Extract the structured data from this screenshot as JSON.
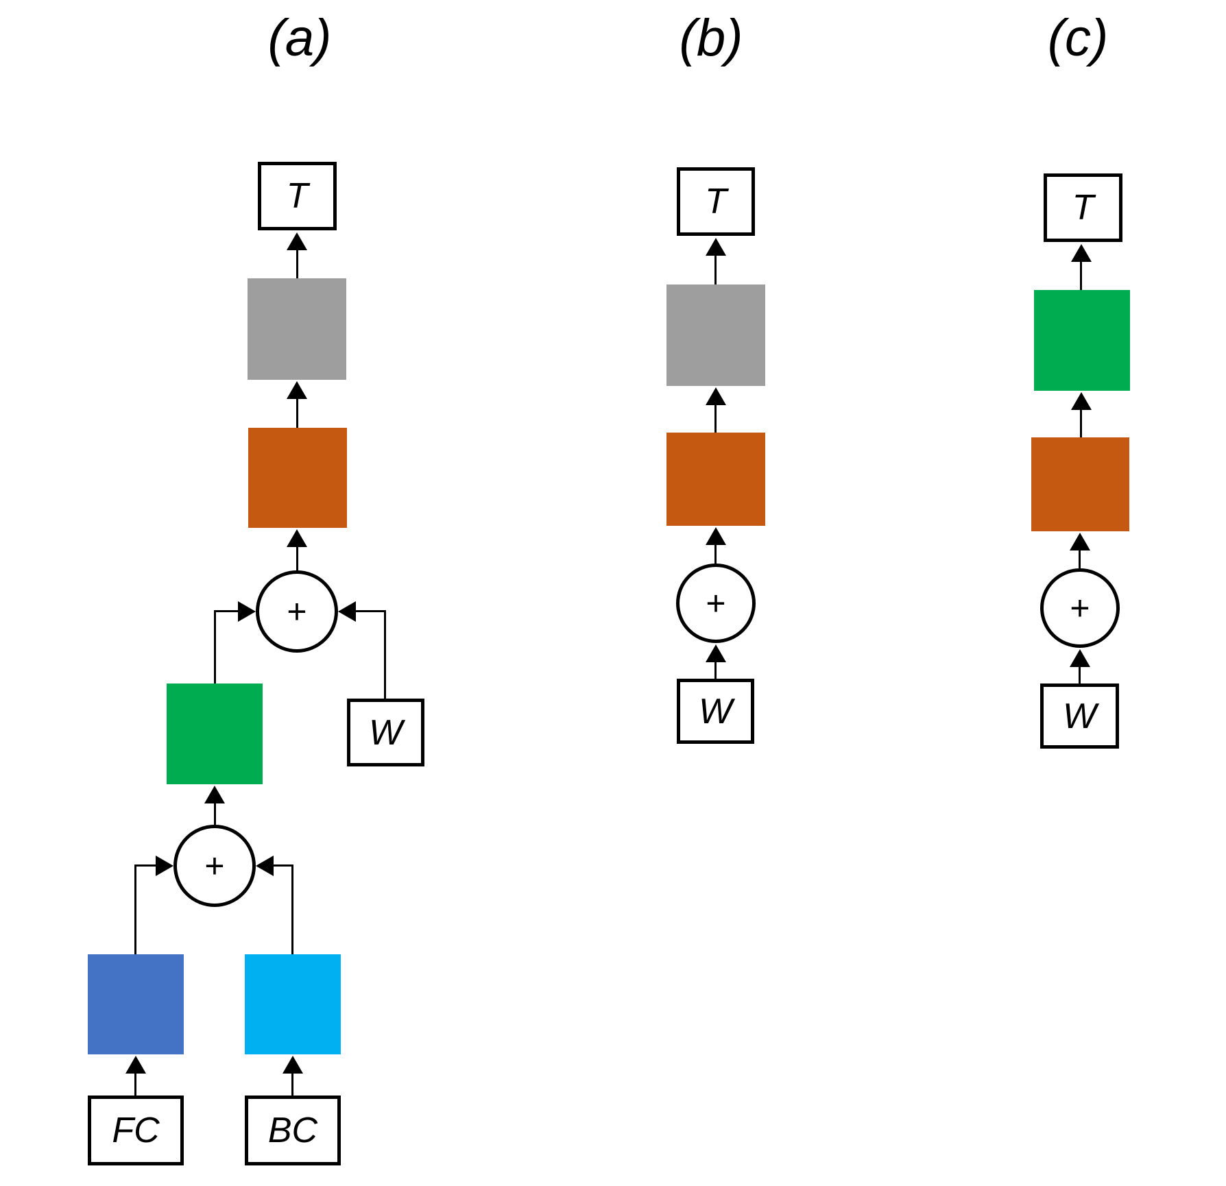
{
  "figure": {
    "panels": [
      {
        "id": "a",
        "label": "(a)"
      },
      {
        "id": "b",
        "label": "(b)"
      },
      {
        "id": "c",
        "label": "(c)"
      }
    ],
    "node_labels": {
      "target": "T",
      "weights": "W",
      "fc": "FC",
      "bc": "BC",
      "plus": "+"
    },
    "colors": {
      "gray": "#9E9E9E",
      "orange": "#C55911",
      "green": "#00AC50",
      "blue": "#4472C4",
      "cyan": "#00B0F0",
      "line": "#000000"
    }
  }
}
